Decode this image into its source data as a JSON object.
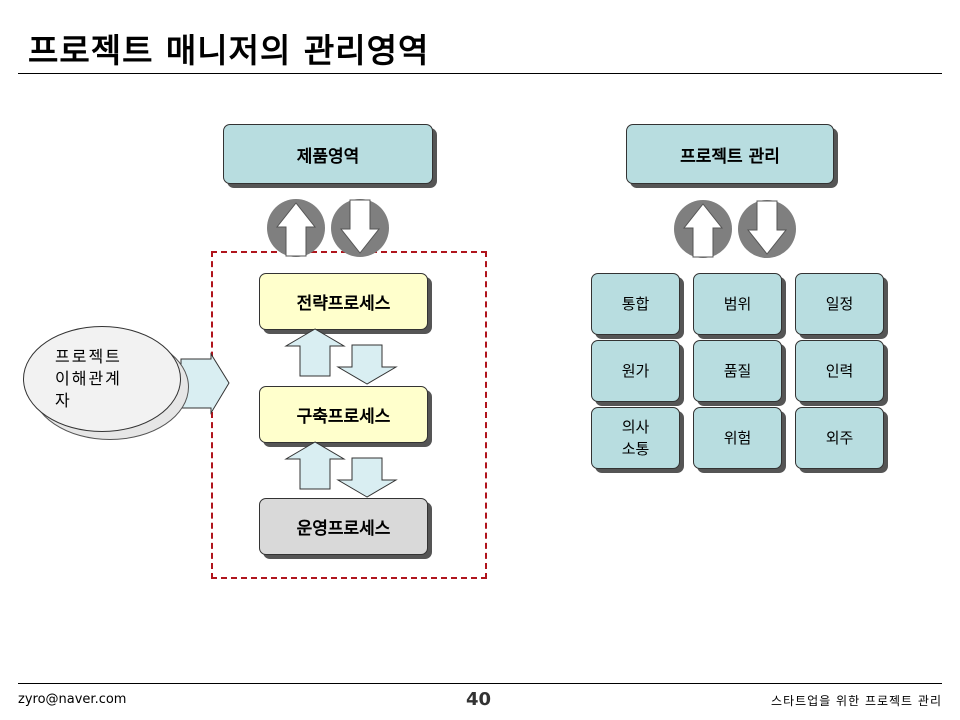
{
  "page": {
    "title": "프로젝트 매니저의 관리영역",
    "footer_email": "zyro@naver.com",
    "page_number": "40",
    "footer_subtitle": "스타트업을 위한 프로젝트 관리"
  },
  "product_area": {
    "header": "제품영역",
    "processes": [
      "전략프로세스",
      "구축프로세스",
      "운영프로세스"
    ]
  },
  "project_management": {
    "header": "프로젝트 관리",
    "areas": [
      [
        "통합",
        "범위",
        "일정"
      ],
      [
        "원가",
        "품질",
        "인력"
      ],
      [
        "의사\n소통",
        "위험",
        "외주"
      ]
    ]
  },
  "stakeholder": {
    "label": "프로젝트\n이해관계\n자"
  },
  "colors": {
    "teal_box": "#b8dde0",
    "yellow_box": "#ffffcc",
    "gray_box": "#d9d9d9",
    "dashed_border": "#b0141c",
    "arrow_fill": "#d9eef2",
    "circle_arrow": "#7f7f7f"
  }
}
